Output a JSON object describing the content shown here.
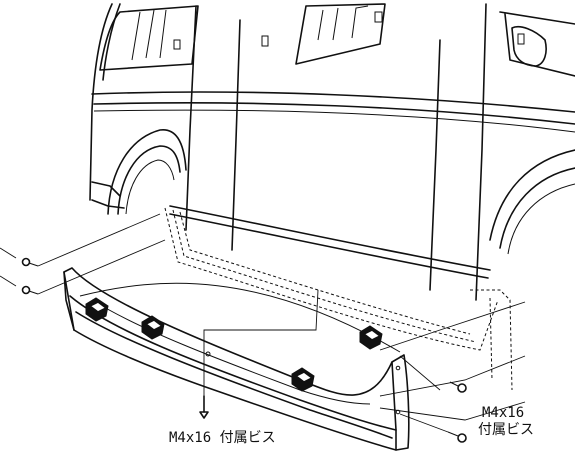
{
  "labels": {
    "bottom_screw_callout": "M4x16 付属ビス",
    "right_screw_size": "M4x16",
    "right_screw_note": "付属ビス"
  }
}
